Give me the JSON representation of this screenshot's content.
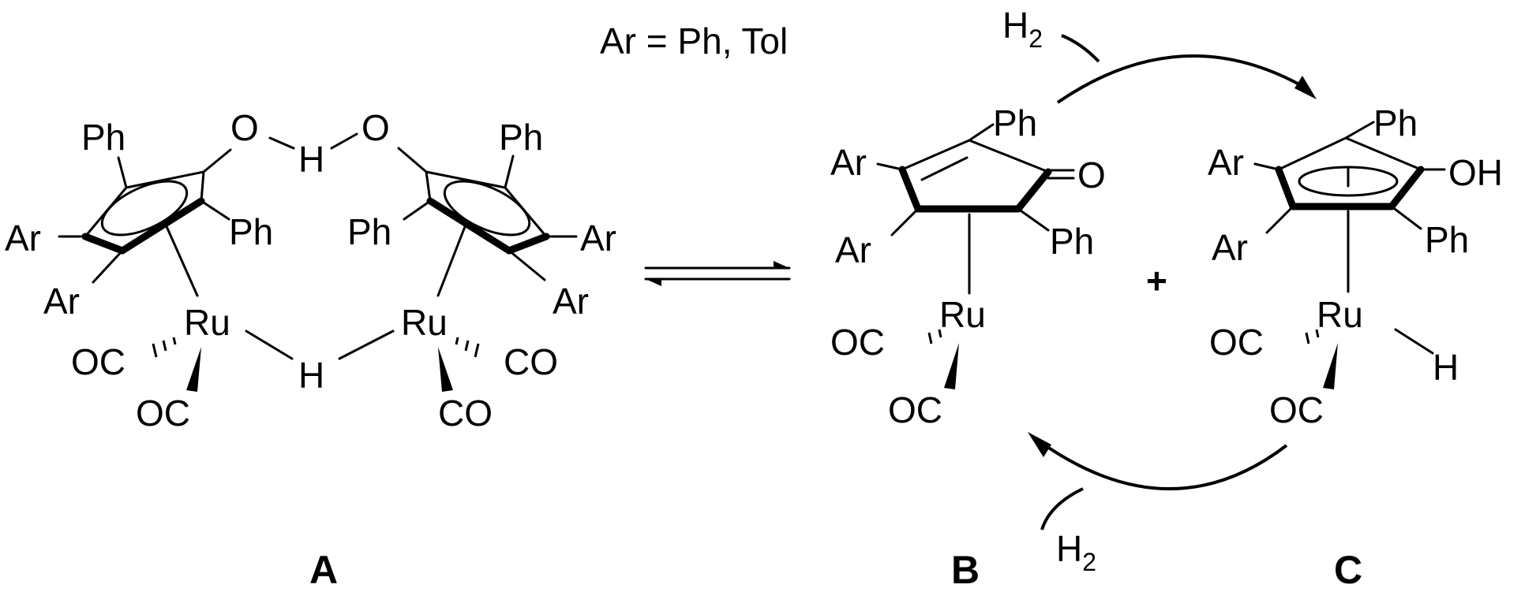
{
  "caption": "Ar = Ph, Tol",
  "compounds": {
    "A": {
      "label": "A",
      "atoms": {
        "ph_top_left": "Ph",
        "ph_right_left": "Ph",
        "ar_left_upper": "Ar",
        "ar_left_lower": "Ar",
        "o_left": "O",
        "h_bridge_top": "H",
        "o_right": "O",
        "ph_top_right": "Ph",
        "ph_left_right": "Ph",
        "ar_right_upper": "Ar",
        "ar_right_lower": "Ar",
        "ru_left": "Ru",
        "ru_right": "Ru",
        "h_bridge_bottom": "H",
        "co_ll": "OC",
        "co_lb": "OC",
        "co_rr": "CO",
        "co_rb": "CO"
      }
    },
    "B": {
      "label": "B",
      "atoms": {
        "ph_top": "Ph",
        "ph_right": "Ph",
        "ar_upper": "Ar",
        "ar_lower": "Ar",
        "o": "O",
        "ru": "Ru",
        "co_left": "OC",
        "co_bottom": "OC"
      }
    },
    "C": {
      "label": "C",
      "atoms": {
        "ph_top": "Ph",
        "ph_right": "Ph",
        "ar_upper": "Ar",
        "ar_lower": "Ar",
        "oh": "OH",
        "ru": "Ru",
        "h": "H",
        "co_left": "OC",
        "co_bottom": "OC"
      }
    }
  },
  "plus": "+",
  "h2_in": {
    "element": "H",
    "subscript": "2"
  },
  "h2_out": {
    "element": "H",
    "subscript": "2"
  }
}
